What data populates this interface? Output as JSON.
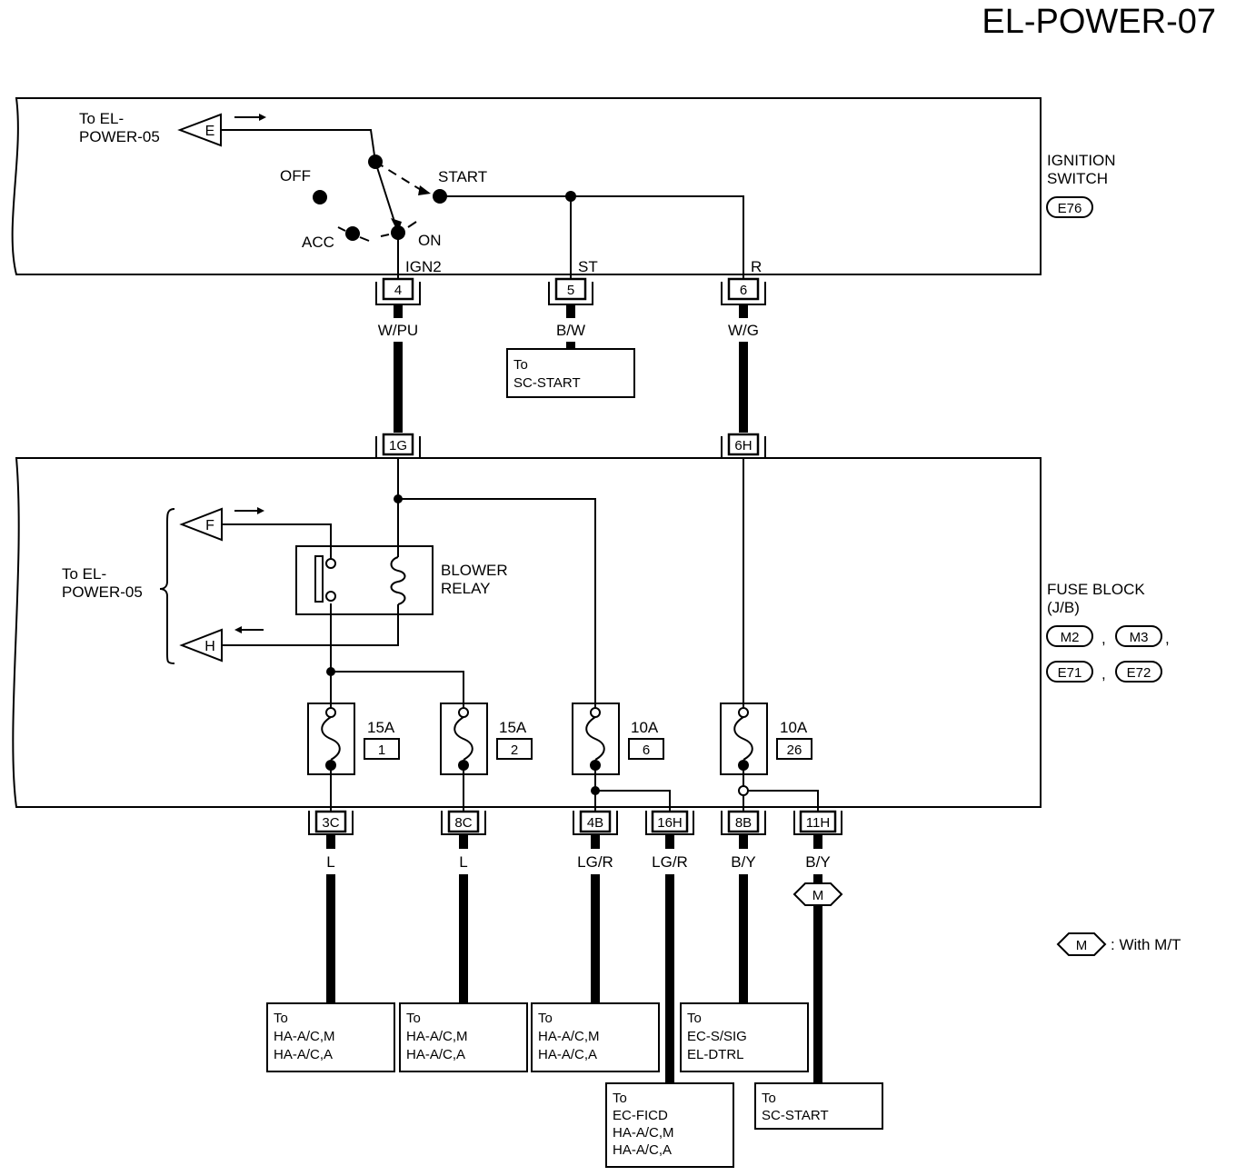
{
  "page_title": "EL-POWER-07",
  "ignition_switch": {
    "name_line1": "IGNITION",
    "name_line2": "SWITCH",
    "connector": "E76",
    "positions": {
      "off": "OFF",
      "acc": "ACC",
      "on": "ON",
      "start": "START"
    },
    "terminals": [
      {
        "label": "IGN2",
        "pin": "4",
        "wire": "W/PU"
      },
      {
        "label": "ST",
        "pin": "5",
        "wire": "B/W"
      },
      {
        "label": "R",
        "pin": "6",
        "wire": "W/G"
      }
    ],
    "ref_e_line1": "To EL-",
    "ref_e_line2": "POWER-05",
    "ref_e_letter": "E"
  },
  "sc_start_box": {
    "line1": "To",
    "line2": "SC-START"
  },
  "fuse_block": {
    "name_line1": "FUSE BLOCK",
    "name_line2": "(J/B)",
    "connectors": [
      "M2",
      "M3",
      "E71",
      "E72"
    ],
    "sep": ",",
    "inputs": [
      "1G",
      "6H"
    ],
    "relay_line1": "BLOWER",
    "relay_line2": "RELAY",
    "ref_line1": "To EL-",
    "ref_line2": "POWER-05",
    "ref_f": "F",
    "ref_h": "H",
    "fuses": [
      {
        "amps": "15A",
        "num": "1"
      },
      {
        "amps": "15A",
        "num": "2"
      },
      {
        "amps": "10A",
        "num": "6"
      },
      {
        "amps": "10A",
        "num": "26"
      }
    ],
    "outputs": [
      {
        "conn": "3C",
        "wire": "L"
      },
      {
        "conn": "8C",
        "wire": "L"
      },
      {
        "conn": "4B",
        "wire": "LG/R"
      },
      {
        "conn": "16H",
        "wire": "LG/R"
      },
      {
        "conn": "8B",
        "wire": "B/Y"
      },
      {
        "conn": "11H",
        "wire": "B/Y"
      }
    ]
  },
  "option_symbol": "M",
  "legend": {
    "symbol": "M",
    "text": ": With M/T"
  },
  "destinations": [
    {
      "lines": [
        "To",
        "HA-A/C,M",
        "HA-A/C,A"
      ]
    },
    {
      "lines": [
        "To",
        "HA-A/C,M",
        "HA-A/C,A"
      ]
    },
    {
      "lines": [
        "To",
        "HA-A/C,M",
        "HA-A/C,A"
      ]
    },
    {
      "lines": [
        "To",
        "EC-FICD",
        "HA-A/C,M",
        "HA-A/C,A"
      ]
    },
    {
      "lines": [
        "To",
        "EC-S/SIG",
        "EL-DTRL"
      ]
    },
    {
      "lines": [
        "To",
        "SC-START"
      ]
    }
  ]
}
